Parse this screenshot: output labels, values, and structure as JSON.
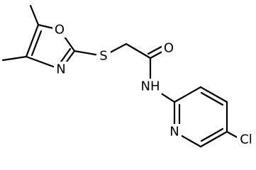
{
  "labels": {
    "oxygen_ring": "O",
    "nitrogen_oxazole": "N",
    "sulfur": "S",
    "oxygen_carbonyl": "O",
    "nh": "NH",
    "nitrogen_pyridine": "N",
    "chlorine": "Cl"
  }
}
